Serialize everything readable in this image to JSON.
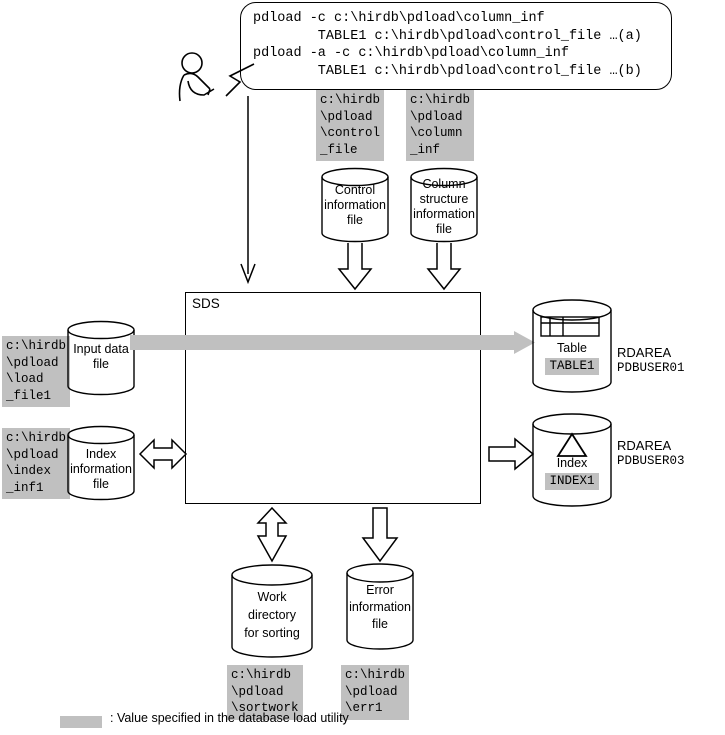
{
  "command_bubble": {
    "name": "pdload-command-bubble",
    "lines": "pdload -c c:\\hirdb\\pdload\\column_inf\n        TABLE1 c:\\hirdb\\pdload\\control_file …(a)\npdload -a -c c:\\hirdb\\pdload\\column_inf\n        TABLE1 c:\\hirdb\\pdload\\control_file …(b)"
  },
  "operator": {
    "icon": "person-at-terminal-icon"
  },
  "server": {
    "label": "SDS"
  },
  "top_files": [
    {
      "path": "c:\\hirdb\n\\pdload\n\\control\n_file",
      "caption": "Control\ninformation\nfile"
    },
    {
      "path": "c:\\hirdb\n\\pdload\n\\column\n_inf",
      "caption": "Column\nstructure\ninformation\nfile"
    }
  ],
  "left_files": [
    {
      "path": "c:\\hirdb\n\\pdload\n\\load\n_file1",
      "caption": "Input data\nfile"
    },
    {
      "path": "c:\\hirdb\n\\pdload\n\\index\n_inf1",
      "caption": "Index\ninformation\nfile"
    }
  ],
  "bottom_files": [
    {
      "caption": "Work\ndirectory\nfor sorting",
      "path": "c:\\hirdb\n\\pdload\n\\sortwork"
    },
    {
      "caption": "Error\ninformation\nfile",
      "path": "c:\\hirdb\n\\pdload\n\\err1"
    }
  ],
  "rdareas": [
    {
      "icon": "table-grid-icon",
      "caption": "Table",
      "object_name": "TABLE1",
      "kind": "RDAREA",
      "area_name": "PDBUSER01"
    },
    {
      "icon": "index-triangle-icon",
      "caption": "Index",
      "object_name": "INDEX1",
      "kind": "RDAREA",
      "area_name": "PDBUSER03"
    }
  ],
  "legend": {
    "swatch_color": "#c0c0c0",
    "text": ": Value specified in the database load utility"
  }
}
